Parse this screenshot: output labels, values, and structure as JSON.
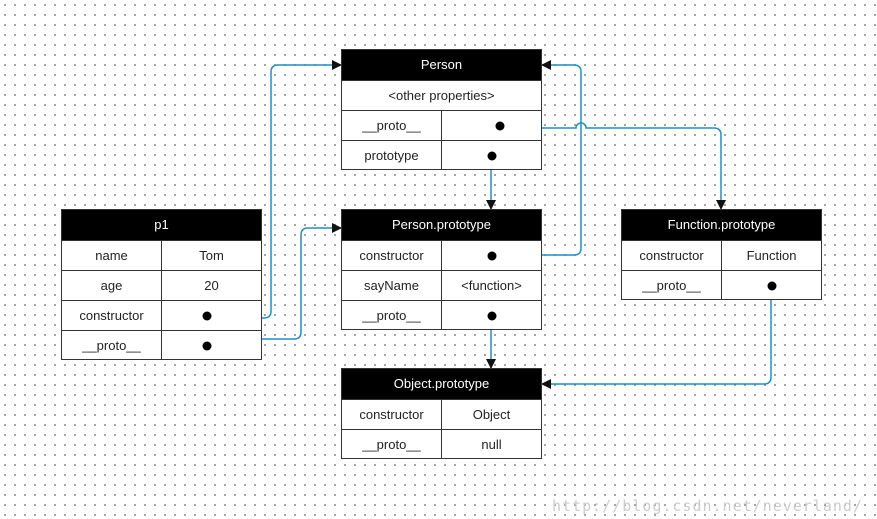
{
  "boxes": {
    "person": {
      "title": "Person",
      "other": "<other properties>",
      "proto_label": "__proto__",
      "prototype_label": "prototype"
    },
    "p1": {
      "title": "p1",
      "name_label": "name",
      "name_value": "Tom",
      "age_label": "age",
      "age_value": "20",
      "constructor_label": "constructor",
      "proto_label": "__proto__"
    },
    "person_prototype": {
      "title": "Person.prototype",
      "constructor_label": "constructor",
      "sayname_label": "sayName",
      "sayname_value": "<function>",
      "proto_label": "__proto__"
    },
    "function_prototype": {
      "title": "Function.prototype",
      "constructor_label": "constructor",
      "constructor_value": "Function",
      "proto_label": "__proto__"
    },
    "object_prototype": {
      "title": "Object.prototype",
      "constructor_label": "constructor",
      "constructor_value": "Object",
      "proto_label": "__proto__",
      "proto_value": "null"
    }
  },
  "watermark": "http://blog.csdn.net/neverland/",
  "colors": {
    "link": "#1e8fc6",
    "header": "#000000"
  }
}
